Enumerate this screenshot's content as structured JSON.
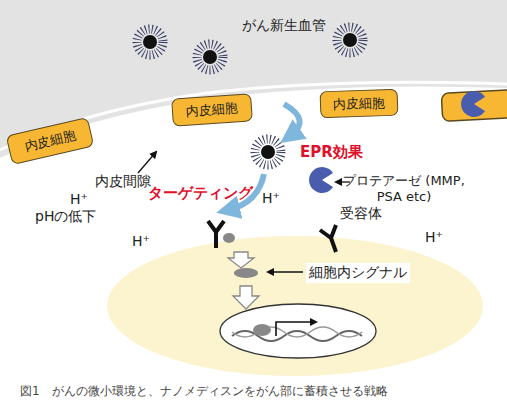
{
  "diagram": {
    "caption": "図1　がんの微小環境と、ナノメディスンをがん部に蓄積させる戦略",
    "nodes": [
      {
        "text": [
          "がん新生血管"
        ]
      },
      {
        "text": [
          "内皮細胞"
        ]
      },
      {
        "text": [
          "内皮細胞"
        ]
      },
      {
        "text": [
          "内皮細胞"
        ]
      }
    ],
    "labels": [
      "内皮間隙",
      "EPR効果",
      "プロテアーゼ (MMP, PSA etc)",
      "ターゲティング",
      "H⁺",
      "pHの低下",
      "H⁺",
      "H⁺",
      "受容体",
      "H⁺",
      "細胞内シグナル"
    ]
  }
}
